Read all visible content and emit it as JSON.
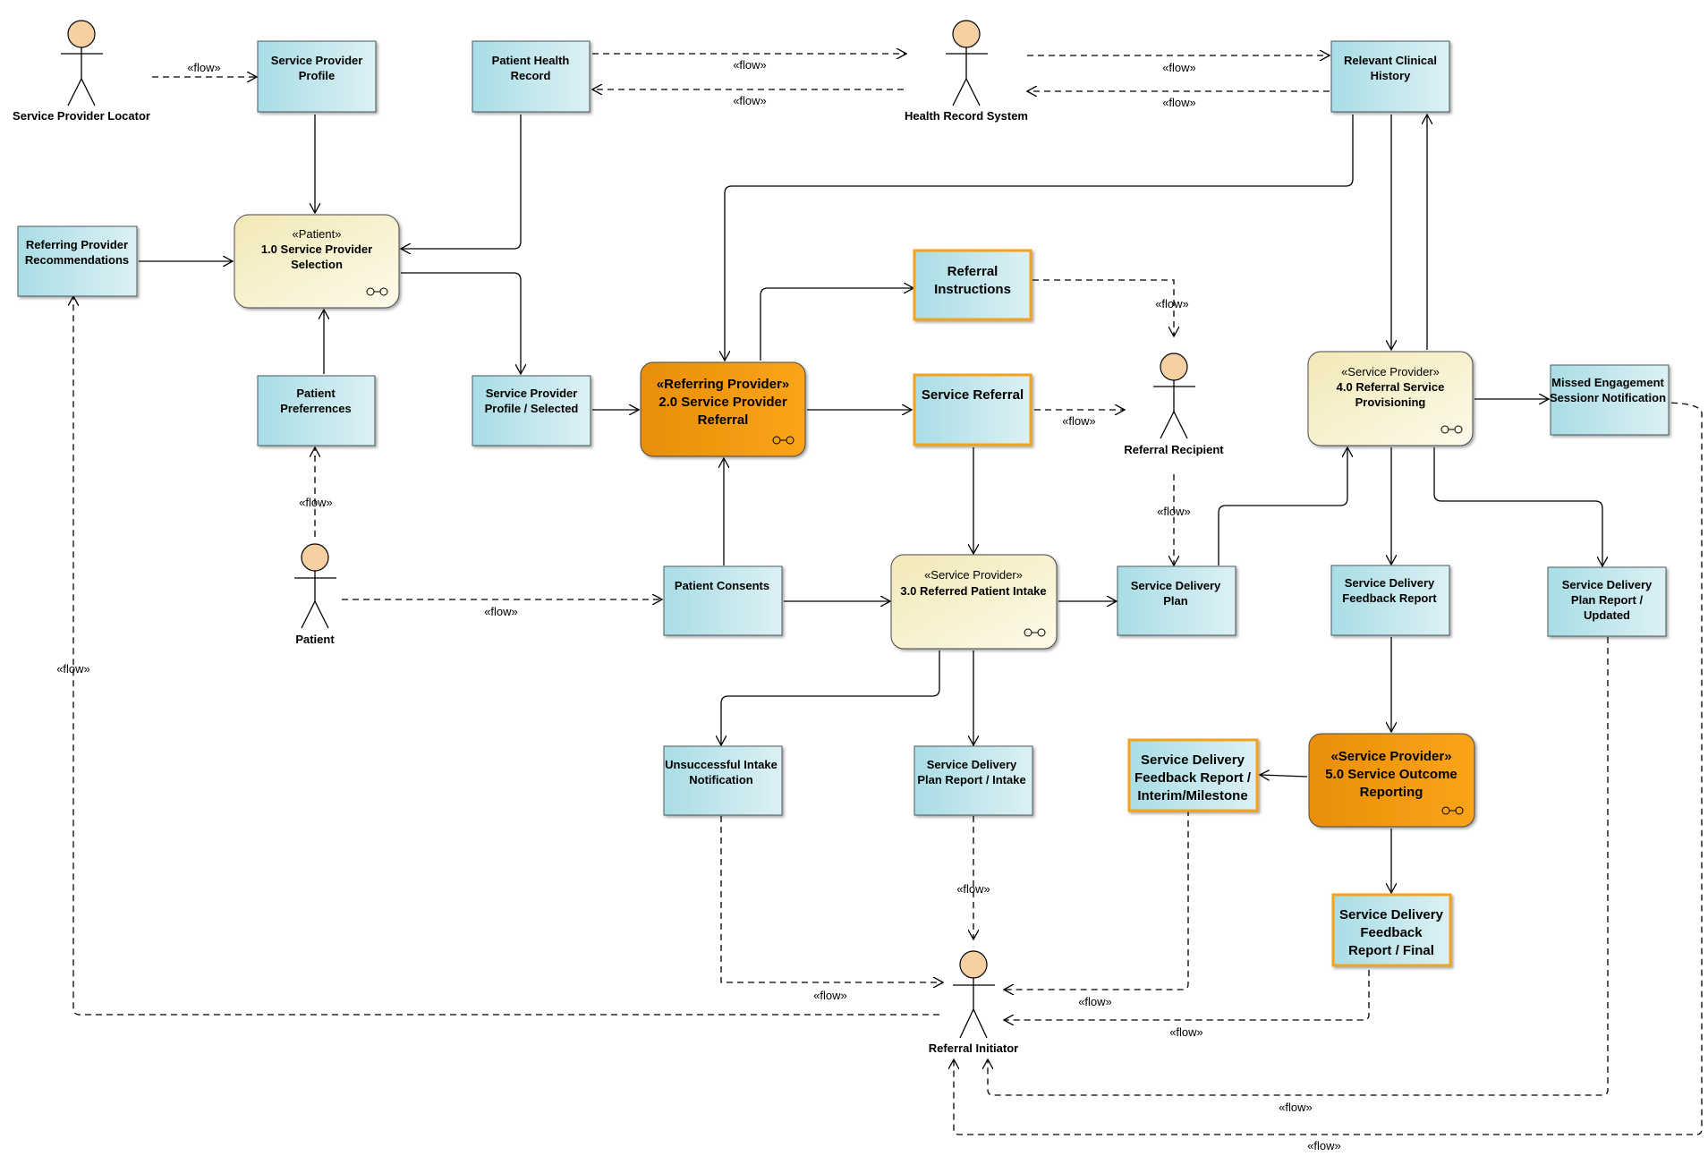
{
  "colors": {
    "artifact_fill": "#b7e3ea",
    "artifact_border": "#4a5a60",
    "highlight_border": "#f3a31b",
    "process_fill": "#f8f2c9",
    "key_process_fill": "#f09a0e",
    "actor_head": "#f6d0a2"
  },
  "actors": {
    "service_provider_locator": "Service Provider Locator",
    "health_record_system": "Health Record System",
    "patient": "Patient",
    "referral_recipient": "Referral Recipient",
    "referral_initiator": "Referral Initiator"
  },
  "artifacts": {
    "service_provider_profile": [
      "Service Provider",
      "Profile"
    ],
    "patient_health_record": [
      "Patient Health",
      "Record"
    ],
    "relevant_clinical_history": [
      "Relevant Clinical",
      "History"
    ],
    "referring_provider_recommendations": [
      "Referring Provider",
      "Recommendations"
    ],
    "patient_preferences": [
      "Patient",
      "Preferrences"
    ],
    "service_provider_profile_selected": [
      "Service Provider",
      "Profile / Selected"
    ],
    "referral_instructions": [
      "Referral",
      "Instructions"
    ],
    "service_referral": [
      "Service Referral"
    ],
    "missed_engagement": [
      "Missed Engagement",
      "Sessionr Notification"
    ],
    "patient_consents": [
      "Patient Consents"
    ],
    "service_delivery_plan": [
      "Service Delivery",
      "Plan"
    ],
    "service_delivery_feedback_report": [
      "Service Delivery",
      "Feedback Report"
    ],
    "service_delivery_plan_report_updated": [
      "Service Delivery",
      "Plan Report /",
      "Updated"
    ],
    "unsuccessful_intake_notification": [
      "Unsuccessful Intake",
      "Notification"
    ],
    "service_delivery_plan_report_intake": [
      "Service Delivery",
      "Plan Report / Intake"
    ],
    "feedback_report_interim": [
      "Service Delivery",
      "Feedback Report /",
      "Interim/Milestone"
    ],
    "feedback_report_final": [
      "Service Delivery",
      "Feedback",
      "Report / Final"
    ]
  },
  "processes": {
    "p1": {
      "stereotype": "«Patient»",
      "lines": [
        "1.0 Service Provider",
        "Selection"
      ]
    },
    "p2": {
      "stereotype": "«Referring Provider»",
      "lines": [
        "2.0 Service Provider",
        "Referral"
      ]
    },
    "p3": {
      "stereotype": "«Service Provider»",
      "lines": [
        "3.0 Referred Patient Intake"
      ]
    },
    "p4": {
      "stereotype": "«Service Provider»",
      "lines": [
        "4.0 Referral Service",
        "Provisioning"
      ]
    },
    "p5": {
      "stereotype": "«Service Provider»",
      "lines": [
        "5.0 Service Outcome",
        "Reporting"
      ]
    }
  },
  "flow_label": "«flow»"
}
